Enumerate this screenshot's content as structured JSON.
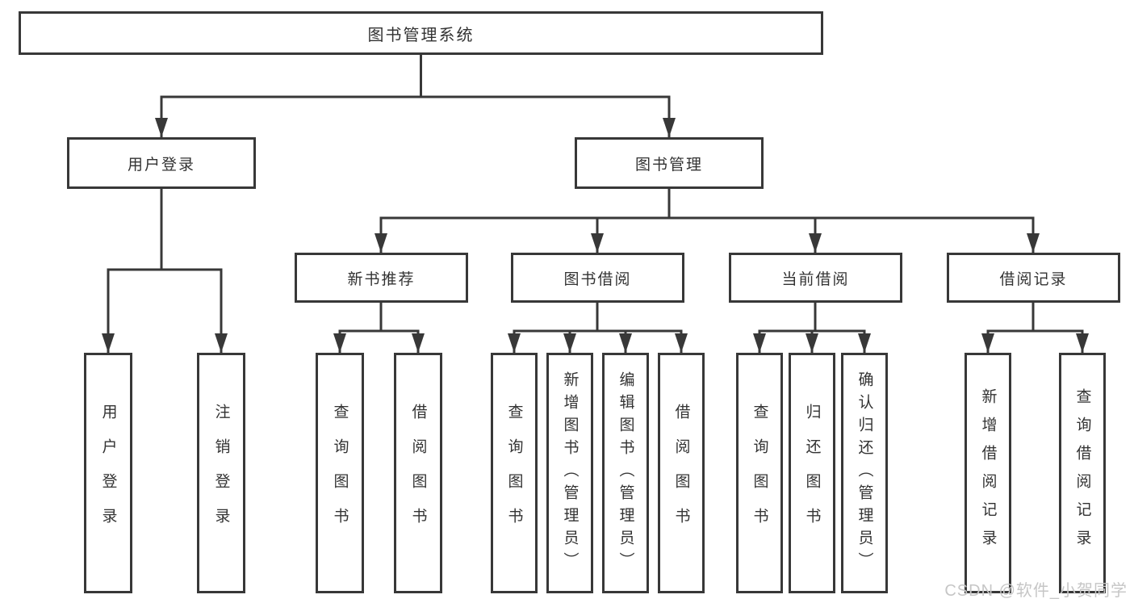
{
  "tree": {
    "root": {
      "label": "图书管理系统"
    },
    "branches": [
      {
        "label": "用户登录",
        "children": [
          {
            "label": "用户登录"
          },
          {
            "label": "注销登录"
          }
        ]
      },
      {
        "label": "图书管理",
        "children": [
          {
            "label": "新书推荐",
            "children": [
              {
                "label": "查询图书"
              },
              {
                "label": "借阅图书"
              }
            ]
          },
          {
            "label": "图书借阅",
            "children": [
              {
                "label": "查询图书"
              },
              {
                "label": "新增图书（管理员）"
              },
              {
                "label": "编辑图书（管理员）"
              },
              {
                "label": "借阅图书"
              }
            ]
          },
          {
            "label": "当前借阅",
            "children": [
              {
                "label": "查询图书"
              },
              {
                "label": "归还图书"
              },
              {
                "label": "确认归还（管理员）"
              }
            ]
          },
          {
            "label": "借阅记录",
            "children": [
              {
                "label": "新增借阅记录"
              },
              {
                "label": "查询借阅记录"
              }
            ]
          }
        ]
      }
    ]
  },
  "watermark": {
    "text": "CSDN @软件_小贺同学"
  },
  "colors": {
    "line": "#383838",
    "text": "#333333",
    "watermark": "#c6c6c6",
    "bg": "#ffffff"
  }
}
